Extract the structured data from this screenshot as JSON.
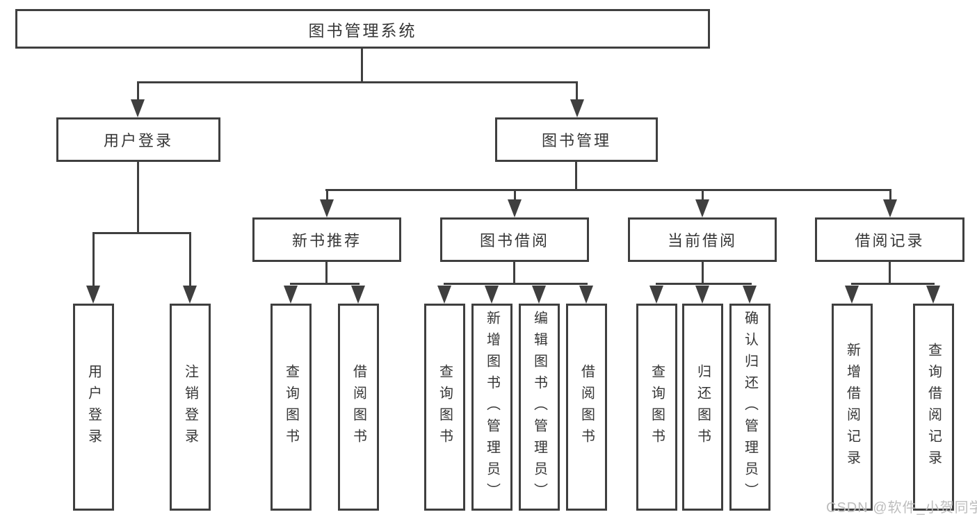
{
  "diagram": {
    "root_label": "图书管理系统",
    "branches": {
      "user_login": {
        "label": "用户登录",
        "children": [
          "用户登录",
          "注销登录"
        ]
      },
      "book_management": {
        "label": "图书管理",
        "children": [
          {
            "label": "新书推荐",
            "children": [
              "查询图书",
              "借阅图书"
            ]
          },
          {
            "label": "图书借阅",
            "children": [
              "查询图书",
              "新增图书（管理员）",
              "编辑图书（管理员）",
              "借阅图书"
            ]
          },
          {
            "label": "当前借阅",
            "children": [
              "查询图书",
              "归还图书",
              "确认归还（管理员）"
            ]
          },
          {
            "label": "借阅记录",
            "children": [
              "新增借阅记录",
              "查询借阅记录"
            ]
          }
        ]
      }
    },
    "colors": {
      "line": "#3f3f3f",
      "text": "#363636",
      "watermark": "#bdbdbd",
      "background": "#ffffff"
    }
  },
  "watermark": "CSDN @软件_小贺同学"
}
